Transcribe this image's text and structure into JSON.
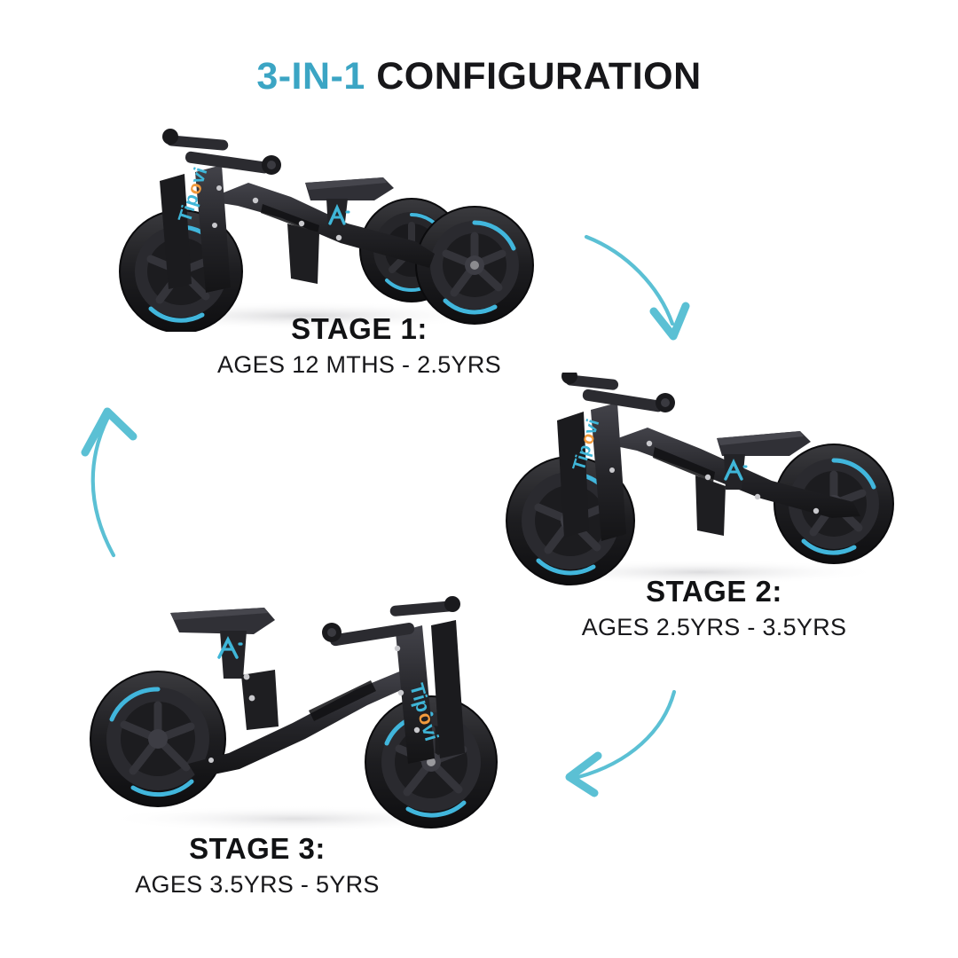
{
  "background_color": "#ffffff",
  "brand": {
    "name": "Tipovi",
    "logo_text_color": "#3FB6D8",
    "logo_accent_color": "#F29A3C",
    "seat_mark": "A"
  },
  "palette": {
    "title_accent": "#3BA5C4",
    "title_plain": "#17171a",
    "arrow": "#5BC0D4",
    "rim_accent": "#41B6DC",
    "frame_dark": "#242427",
    "frame_mid": "#36363A",
    "tyre_black": "#1b1b1d"
  },
  "header": {
    "title_accent": "3-IN-1",
    "title_plain": "CONFIGURATION",
    "title_full": "3-IN-1 CONFIGURATION"
  },
  "stages": [
    {
      "id": "stage-1",
      "label": "STAGE 1:",
      "ages": "AGES 12 MTHS - 2.5YRS",
      "configuration": "trike",
      "wheel_count": 3,
      "facing": "left",
      "description": "Balance trike with two rear wheels and low seat"
    },
    {
      "id": "stage-2",
      "label": "STAGE 2:",
      "ages": "AGES 2.5YRS - 3.5YRS",
      "configuration": "balance-bike-low",
      "wheel_count": 2,
      "facing": "left",
      "description": "Two wheel balance bike, low seat position"
    },
    {
      "id": "stage-3",
      "label": "STAGE 3:",
      "ages": "AGES 3.5YRS - 5YRS",
      "configuration": "balance-bike-high",
      "wheel_count": 2,
      "facing": "right",
      "description": "Two wheel balance bike, raised seat position"
    }
  ],
  "arrows": [
    {
      "id": "arrow-1",
      "from": "stage-1",
      "to": "stage-2",
      "direction": "down-right",
      "color": "#5BC0D4"
    },
    {
      "id": "arrow-2",
      "from": "stage-2",
      "to": "stage-3",
      "direction": "down-left",
      "color": "#5BC0D4"
    },
    {
      "id": "arrow-3",
      "from": "stage-3",
      "to": "stage-1",
      "direction": "up",
      "color": "#5BC0D4"
    }
  ]
}
